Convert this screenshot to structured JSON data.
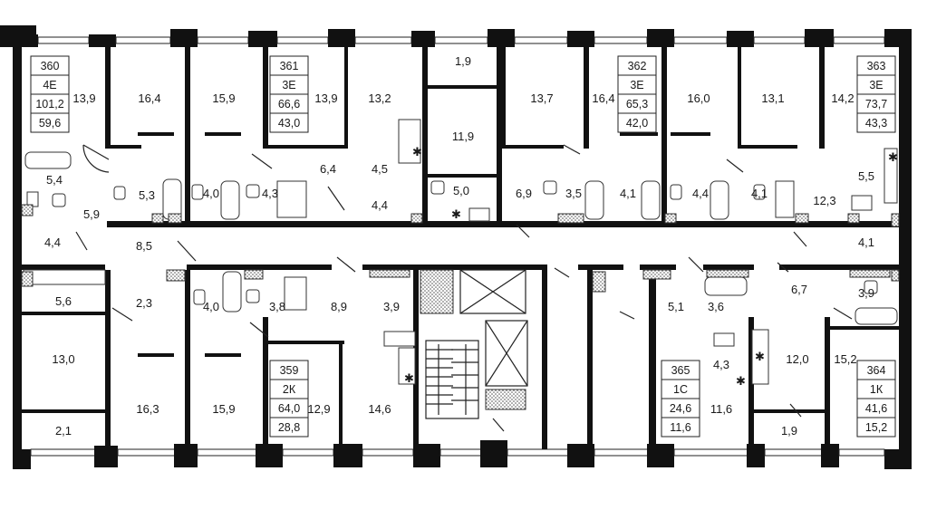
{
  "apartments": [
    {
      "id": "apt-360",
      "number": "360",
      "type": "4Е",
      "total_area": "101,2",
      "living_area": "59,6"
    },
    {
      "id": "apt-361",
      "number": "361",
      "type": "3Е",
      "total_area": "66,6",
      "living_area": "43,0"
    },
    {
      "id": "apt-362",
      "number": "362",
      "type": "3Е",
      "total_area": "65,3",
      "living_area": "42,0"
    },
    {
      "id": "apt-363",
      "number": "363",
      "type": "3Е",
      "total_area": "73,7",
      "living_area": "43,3"
    },
    {
      "id": "apt-359",
      "number": "359",
      "type": "2К",
      "total_area": "64,0",
      "living_area": "28,8"
    },
    {
      "id": "apt-365",
      "number": "365",
      "type": "1С",
      "total_area": "24,6",
      "living_area": "11,6"
    },
    {
      "id": "apt-364",
      "number": "364",
      "type": "1К",
      "total_area": "41,6",
      "living_area": "15,2"
    }
  ],
  "rooms": [
    "13,9",
    "16,4",
    "15,9",
    "13,9",
    "13,2",
    "1,9",
    "11,9",
    "13,7",
    "16,4",
    "16,0",
    "13,1",
    "14,2",
    "5,4",
    "5,3",
    "4,0",
    "4,3",
    "6,4",
    "4,5",
    "5,0",
    "6,9",
    "3,5",
    "4,1",
    "4,4",
    "4,1",
    "12,3",
    "5,5",
    "5,9",
    "4,4",
    "4,4",
    "4,1",
    "8,5",
    "5,6",
    "2,3",
    "4,0",
    "3,8",
    "8,9",
    "3,9",
    "5,1",
    "3,6",
    "6,7",
    "3,9",
    "13,0",
    "16,3",
    "15,9",
    "12,9",
    "14,6",
    "4,3",
    "11,6",
    "12,0",
    "15,2",
    "2,1",
    "1,9"
  ],
  "colors": {
    "wall": "#111111",
    "line": "#222222",
    "background": "#ffffff"
  },
  "icons": [
    "stair-icon",
    "elevator-icon",
    "star-marker-icon"
  ]
}
